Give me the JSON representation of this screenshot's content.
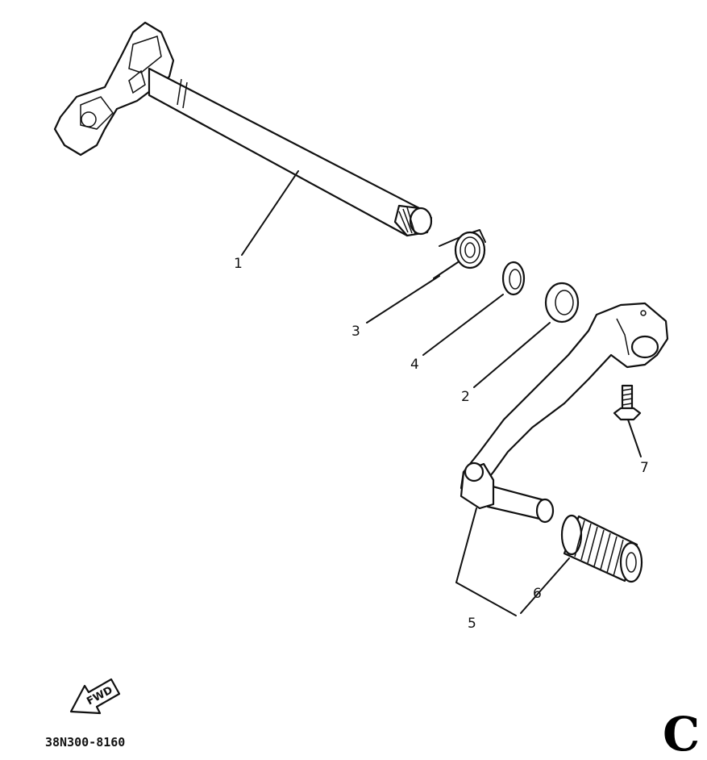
{
  "callouts": [
    {
      "id": "1",
      "text": "1"
    },
    {
      "id": "2",
      "text": "2"
    },
    {
      "id": "3",
      "text": "3"
    },
    {
      "id": "4",
      "text": "4"
    },
    {
      "id": "5",
      "text": "5"
    },
    {
      "id": "6",
      "text": "6"
    },
    {
      "id": "7",
      "text": "7"
    }
  ],
  "fwd_label": "FWD",
  "drawing_code": "38N300-8160",
  "corner_letter": "C"
}
